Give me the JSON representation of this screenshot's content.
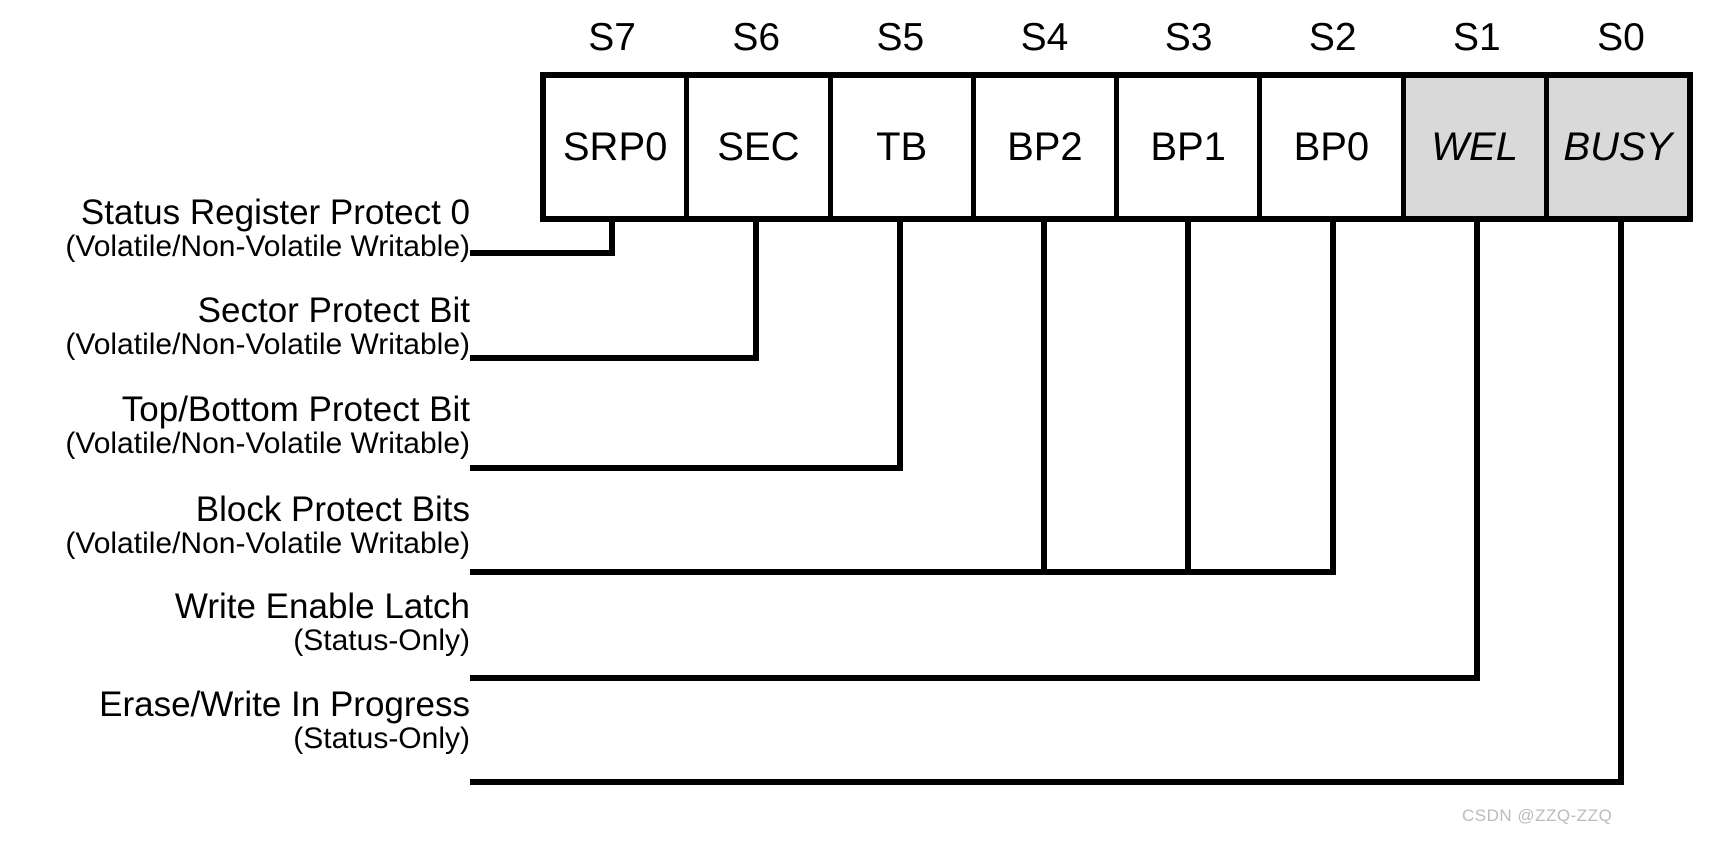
{
  "register": {
    "bit_indices": [
      "S7",
      "S6",
      "S5",
      "S4",
      "S3",
      "S2",
      "S1",
      "S0"
    ],
    "cells": [
      {
        "name": "SRP0",
        "shaded": false,
        "italic": false
      },
      {
        "name": "SEC",
        "shaded": false,
        "italic": false
      },
      {
        "name": "TB",
        "shaded": false,
        "italic": false
      },
      {
        "name": "BP2",
        "shaded": false,
        "italic": false
      },
      {
        "name": "BP1",
        "shaded": false,
        "italic": false
      },
      {
        "name": "BP0",
        "shaded": false,
        "italic": false
      },
      {
        "name": "WEL",
        "shaded": true,
        "italic": true
      },
      {
        "name": "BUSY",
        "shaded": true,
        "italic": true
      }
    ]
  },
  "descriptions": [
    {
      "title": "Status Register Protect 0",
      "sub": "(Volatile/Non-Volatile Writable)"
    },
    {
      "title": "Sector Protect Bit",
      "sub": "(Volatile/Non-Volatile Writable)"
    },
    {
      "title": "Top/Bottom Protect Bit",
      "sub": "(Volatile/Non-Volatile Writable)"
    },
    {
      "title": "Block Protect Bits",
      "sub": "(Volatile/Non-Volatile Writable)"
    },
    {
      "title": "Write Enable Latch",
      "sub": "(Status-Only)"
    },
    {
      "title": "Erase/Write In Progress",
      "sub": "(Status-Only)"
    }
  ],
  "watermark": "CSDN @ZZQ-ZZQ",
  "colors": {
    "line": "#000000",
    "shaded_cell": "#d9d9d9",
    "background": "#ffffff",
    "watermark": "#b9bcc0"
  }
}
